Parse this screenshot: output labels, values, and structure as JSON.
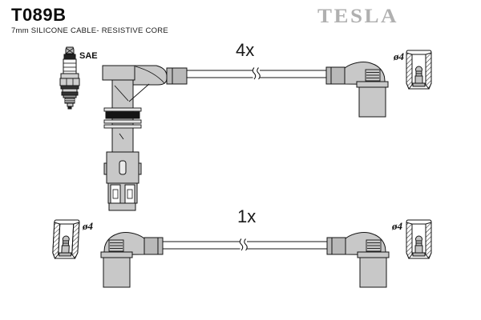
{
  "header": {
    "part_number": "T089B",
    "description": "7mm SILICONE CABLE- RESISTIVE CORE",
    "brand_logo": "TESLA"
  },
  "labels": {
    "spark_plug_standard": "SAE",
    "top_quantity": "4x",
    "bottom_quantity": "1x",
    "top_right_diameter": "ø4",
    "bottom_left_diameter": "ø4",
    "bottom_right_diameter": "ø4"
  },
  "colors": {
    "background": "#ffffff",
    "connector_fill": "#c8c8c8",
    "ferrule_fill": "#b9b9b9",
    "outline": "#141414",
    "brand_gray": "#b0b0b0"
  }
}
